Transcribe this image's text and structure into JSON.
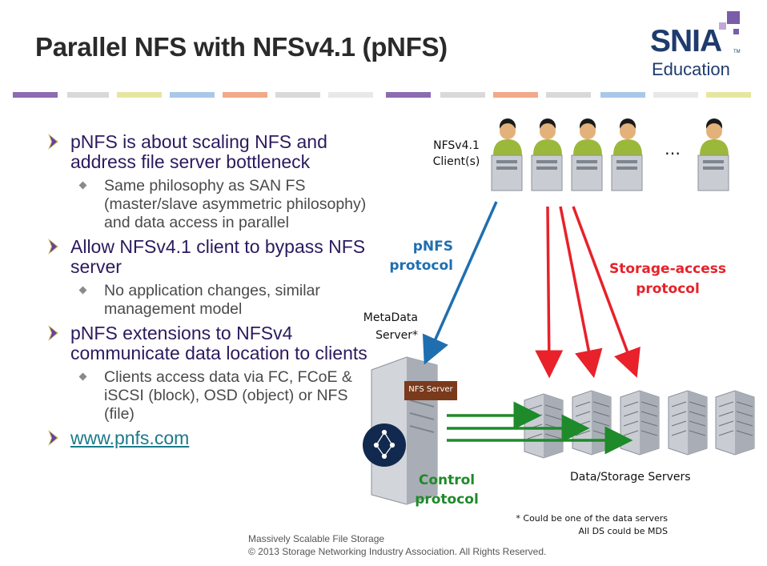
{
  "slide": {
    "title": "Parallel NFS with NFSv4.1 (pNFS)",
    "logo": {
      "brand": "SNIA",
      "tm": "TM",
      "subtitle": "Education"
    },
    "accent_colors": [
      "#8c6bb1",
      "#d9d9d9",
      "#e6e6a0",
      "#a9c8e8",
      "#f2a98a"
    ]
  },
  "bullets": [
    {
      "text": "pNFS is about scaling NFS and address file server bottleneck",
      "sub": [
        "Same philosophy as SAN FS (master/slave asymmetric philosophy) and data access in parallel"
      ]
    },
    {
      "text": "Allow NFSv4.1 client to bypass NFS server",
      "sub": [
        "No application changes, similar management model"
      ]
    },
    {
      "text": "pNFS extensions to NFSv4 communicate data location to clients",
      "sub": [
        "Clients access data via FC, FCoE & iSCSI (block), OSD (object) or NFS (file)"
      ]
    },
    {
      "text": "www.pnfs.com",
      "link": true,
      "sub": []
    }
  ],
  "diagram": {
    "clients_label_line1": "NFSv4.1",
    "clients_label_line2": "Client(s)",
    "ellipsis": "…",
    "pnfs_label_line1": "pNFS",
    "pnfs_label_line2": "protocol",
    "storage_label_line1": "Storage-access",
    "storage_label_line2": "protocol",
    "mds_label_line1": "MetaData",
    "mds_label_line2": "Server*",
    "nfs_server_tag": "NFS Server",
    "control_label_line1": "Control",
    "control_label_line2": "protocol",
    "data_servers_label": "Data/Storage Servers",
    "note_line1": "* Could be one of the data servers",
    "note_line2": "All DS could be MDS",
    "colors": {
      "pnfs": "#1f6fb0",
      "storage": "#e8212a",
      "control": "#1e8a2a"
    }
  },
  "footer": {
    "line1": "Massively Scalable File Storage",
    "line2": "© 2013 Storage Networking Industry Association. All Rights Reserved."
  }
}
